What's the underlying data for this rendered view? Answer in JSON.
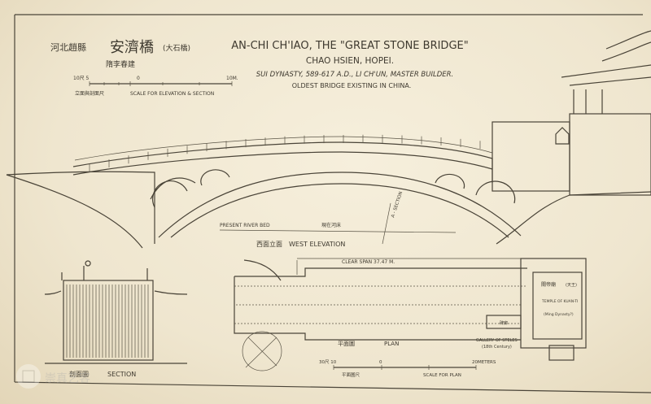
{
  "header": {
    "chinese_location": "河北趙縣",
    "chinese_name": "安濟橋",
    "chinese_alt_name": "(大石橋)",
    "chinese_dynasty": "隋李春建",
    "title": "AN-CHI CH'IAO, THE \"GREAT STONE BRIDGE\"",
    "location": "CHAO HSIEN, HOPEI.",
    "dynasty_line": "SUI DYNASTY, 589-617 A.D., LI CH'UN, MASTER BUILDER.",
    "note": "OLDEST BRIDGE EXISTING IN CHINA."
  },
  "elevation_scale": {
    "left_label": "10尺 5",
    "zero_label": "0",
    "right_label": "10M.",
    "chinese_label": "立面與剖面尺",
    "label": "SCALE FOR ELEVATION & SECTION"
  },
  "elevation": {
    "river_bed_label": "PRESENT RIVER BED",
    "chinese_river_bed_label": "現在河床",
    "section_mark": "A - SECTION",
    "chinese_title": "西面立面",
    "title": "WEST ELEVATION"
  },
  "plan": {
    "clear_span": "CLEAR SPAN 37.47 M.",
    "chinese_title": "平面圖",
    "title": "PLAN",
    "gallery_label": "GALLERY OF STELES",
    "gallery_date": "(18th Century)",
    "chinese_temple": "關帝廟",
    "chinese_side": "(天王)",
    "temple_label": "TEMPLE OF KUAN-TI",
    "temple_date": "(Ming Dynasty?)",
    "chinese_stele": "碑廊"
  },
  "plan_scale": {
    "left_label": "30尺 10",
    "zero_label": "0",
    "right_label": "20METERS",
    "chinese_label": "平面圖尺",
    "label": "SCALE FOR PLAN"
  },
  "section": {
    "chinese_title": "剖面圖",
    "title": "SECTION"
  },
  "watermark": {
    "text": "崇真艺客"
  },
  "colors": {
    "paper": "#efe7d2",
    "ink": "#4a4438"
  }
}
